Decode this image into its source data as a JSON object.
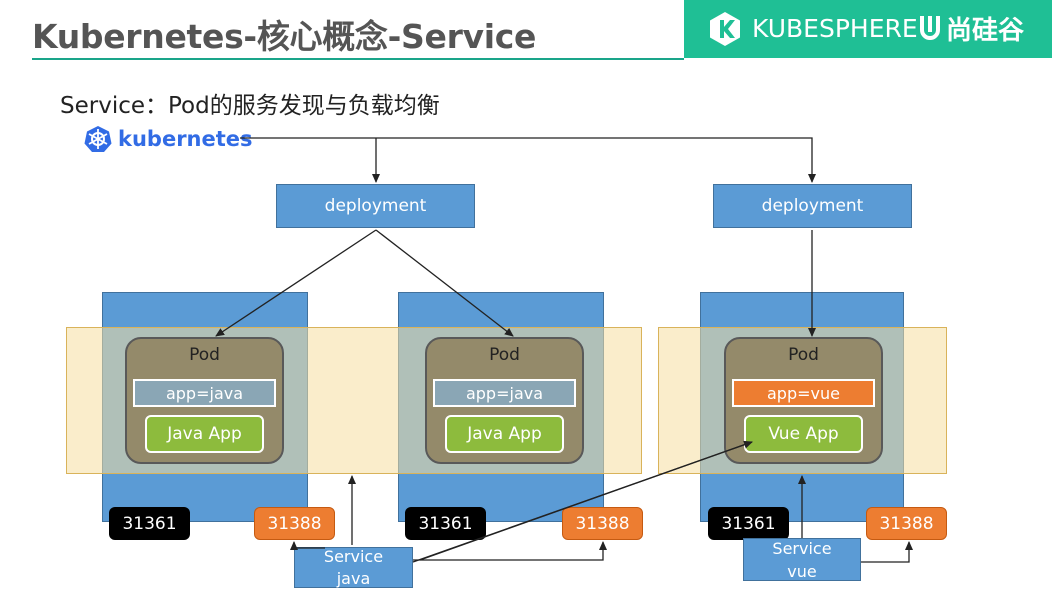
{
  "slide": {
    "title": "Kubernetes-核心概念-Service"
  },
  "brand": {
    "kubesphere": "KUBESPHERE",
    "atguigu": "尚硅谷"
  },
  "subtitle": "Service：Pod的服务发现与负载均衡",
  "k8s_logo": {
    "text": "kubernetes"
  },
  "deployments": [
    "deployment",
    "deployment"
  ],
  "pods": [
    {
      "label": "Pod",
      "tag": "app=java",
      "app": "Java App"
    },
    {
      "label": "Pod",
      "tag": "app=java",
      "app": "Java App"
    },
    {
      "label": "Pod",
      "tag": "app=vue",
      "app": "Vue App"
    }
  ],
  "nodes": [
    {
      "node_port": "31361",
      "service_port": "31388"
    },
    {
      "node_port": "31361",
      "service_port": "31388"
    },
    {
      "node_port": "31361",
      "service_port": "31388"
    }
  ],
  "services": [
    {
      "line1": "Service",
      "line2": "java"
    },
    {
      "line1": "Service",
      "line2": "vue"
    }
  ],
  "colors": {
    "accent": "#1fbf95",
    "node": "#5b9bd5",
    "port_service": "#ed7d31",
    "port_node": "#000000",
    "app": "#8dbb3d"
  }
}
